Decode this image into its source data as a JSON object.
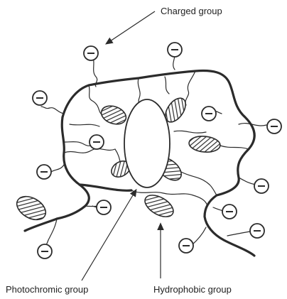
{
  "labels": {
    "charged": "Charged group",
    "photochromic": "Photochromic group",
    "hydrophobic": "Hydrophobic group"
  }
}
